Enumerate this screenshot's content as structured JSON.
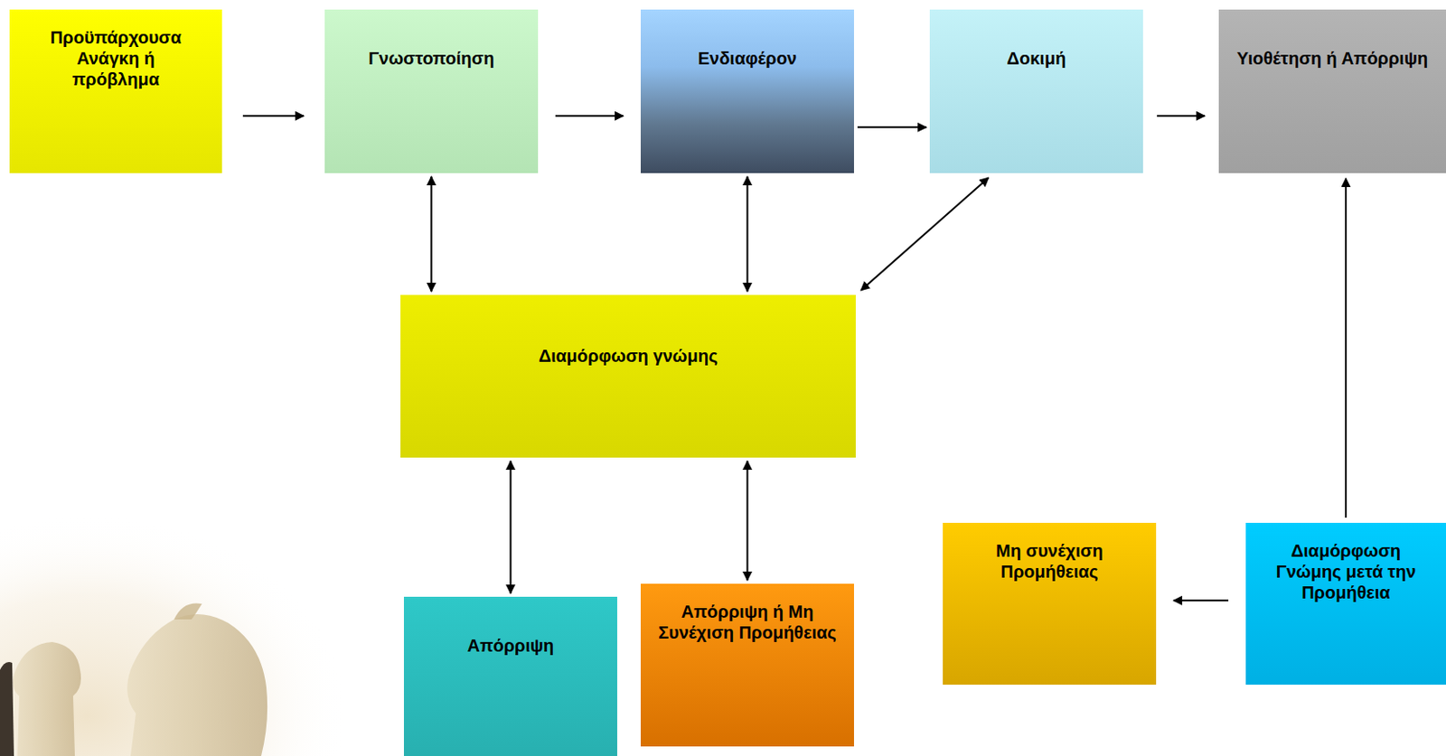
{
  "diagram": {
    "nodes": [
      {
        "text": [
          "Προϋπάρχουσα Ανάγκη ή πρόβλημα"
        ]
      },
      {
        "text": [
          "Γνωστοποίηση"
        ]
      },
      {
        "text": [
          "Ενδιαφέρον"
        ]
      },
      {
        "text": [
          "Δοκιμή"
        ]
      },
      {
        "text": [
          "Υιοθέτηση ή Απόρριψη"
        ]
      },
      {
        "text": [
          "Διαμόρφωση γνώμης"
        ]
      },
      {
        "text": [
          "Απόρριψη"
        ]
      },
      {
        "text": [
          "Απόρριψη ή Μη Συνέχιση Προμήθειας"
        ]
      },
      {
        "text": [
          "Μη συνέχιση Προμήθειας"
        ]
      },
      {
        "text": [
          "Διαμόρφωση Γνώμης μετά την Προμήθεια"
        ]
      }
    ],
    "edges": [
      {
        "from": 0,
        "to": 1,
        "arrow": "to"
      },
      {
        "from": 1,
        "to": 2,
        "arrow": "to"
      },
      {
        "from": 2,
        "to": 3,
        "arrow": "to"
      },
      {
        "from": 3,
        "to": 4,
        "arrow": "to"
      },
      {
        "from": 1,
        "to": 5,
        "arrow": "both"
      },
      {
        "from": 2,
        "to": 5,
        "arrow": "both"
      },
      {
        "from": 3,
        "to": 5,
        "arrow": "both"
      },
      {
        "from": 5,
        "to": 6,
        "arrow": "both"
      },
      {
        "from": 5,
        "to": 7,
        "arrow": "both"
      },
      {
        "from": 9,
        "to": 4,
        "arrow": "to"
      },
      {
        "from": 9,
        "to": 8,
        "arrow": "to"
      }
    ]
  }
}
